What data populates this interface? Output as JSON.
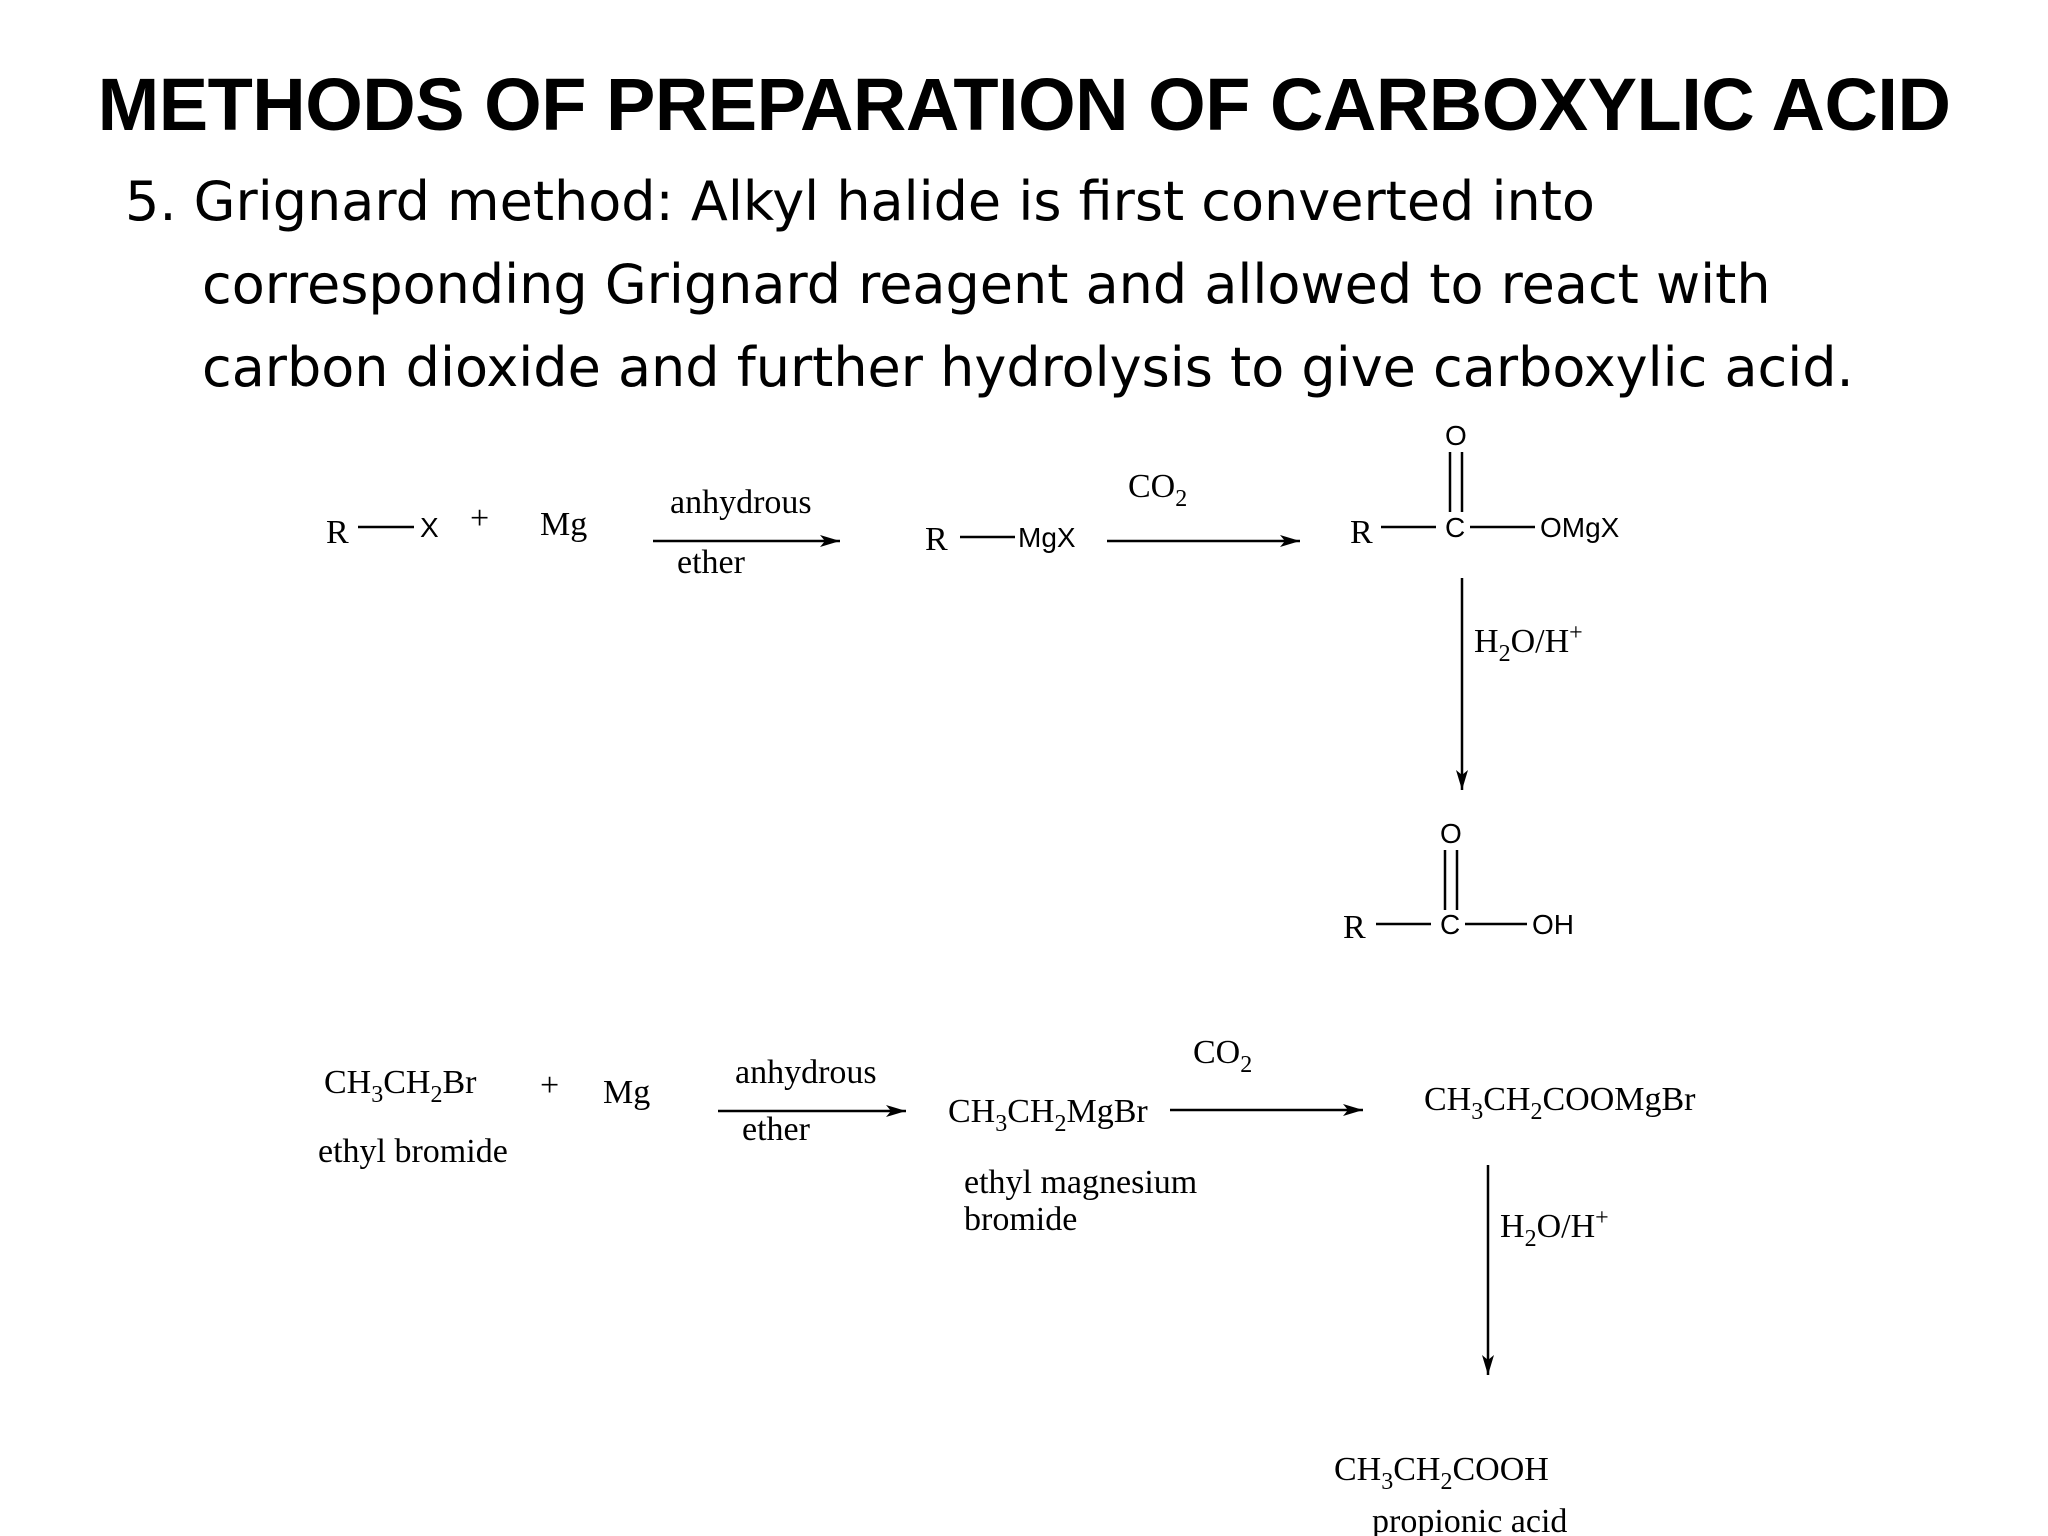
{
  "title": "METHODS OF PREPARATION OF CARBOXYLIC ACID",
  "description": {
    "line1": "5. Grignard method: Alkyl halide is first converted into",
    "line2": "corresponding Grignard reagent and allowed to react with",
    "line3": "carbon dioxide  and further hydrolysis to give carboxylic acid."
  },
  "general_scheme": {
    "r": "R",
    "x": "X",
    "plus": "+",
    "mg": "Mg",
    "reagent1_top": "anhydrous",
    "reagent1_bottom": "ether",
    "mgx": "MgX",
    "co2_main": "CO",
    "co2_sub": "2",
    "o": "O",
    "c": "C",
    "omgx": "OMgX",
    "hydrolysis_h": "H",
    "hydrolysis_sub": "2",
    "hydrolysis_rest": "O/H",
    "hydrolysis_sup": "+",
    "oh": "OH"
  },
  "example_scheme": {
    "ch": "CH",
    "sub3": "3",
    "sub2": "2",
    "br": "Br",
    "plus": "+",
    "mg": "Mg",
    "reactant_name": "ethyl bromide",
    "reagent1_top": "anhydrous",
    "reagent1_bottom": "ether",
    "mgbr": "MgBr",
    "intermediate_name_line1": "ethyl magnesium",
    "intermediate_name_line2": "bromide",
    "co2_main": "CO",
    "co2_sub": "2",
    "product1_tail": "COOMgBr",
    "hydrolysis_h": "H",
    "hydrolysis_sub": "2",
    "hydrolysis_rest": "O/H",
    "hydrolysis_sup": "+",
    "product2_tail": "COOH",
    "product_name": "propionic acid"
  }
}
